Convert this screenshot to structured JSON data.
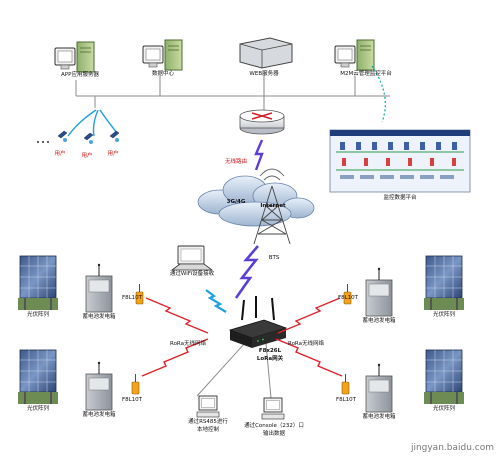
{
  "top_row": {
    "app_server": "APP应用服务器",
    "data_center": "数据中心",
    "web_server": "WEB服务器",
    "m2m_platform": "M2M云管理监控平台"
  },
  "phone_labels": [
    "用户",
    "用户",
    "用户"
  ],
  "router_label": "无线路由",
  "cloud": {
    "label_3g4g": "3G/4G",
    "label_internet": "Internet"
  },
  "bts_label": "BTS",
  "monitor_platform_label": "监控数据平台",
  "laptop_label": "通过WiFi设备接收",
  "gateway": {
    "model": "F8x26L",
    "label": "LoRa网关"
  },
  "lora_net_labels": [
    "RoRa无线网络",
    "RoRa无线网络"
  ],
  "pv_labels": [
    "光伏阵列",
    "光伏阵列",
    "光伏阵列",
    "光伏阵列"
  ],
  "cabinet_labels": [
    "蓄电池发电箱",
    "蓄电池发电箱",
    "蓄电池发电箱",
    "蓄电池发电箱"
  ],
  "node_labels": [
    "F8L10T",
    "F8L10T",
    "F8L10T",
    "F8L10T"
  ],
  "pc_left_label": [
    "通过RS485进行",
    "本地控制"
  ],
  "pc_right_label": [
    "通过Console（232）口",
    "输出数据"
  ],
  "watermark": "jingyan.baidu.com",
  "colors": {
    "line": "#8a8a8a",
    "lightning": "#5a3fd6",
    "lightning_red": "#e0202a",
    "wifi": "#1ea0e0",
    "dotted": "#1bb0a0"
  }
}
